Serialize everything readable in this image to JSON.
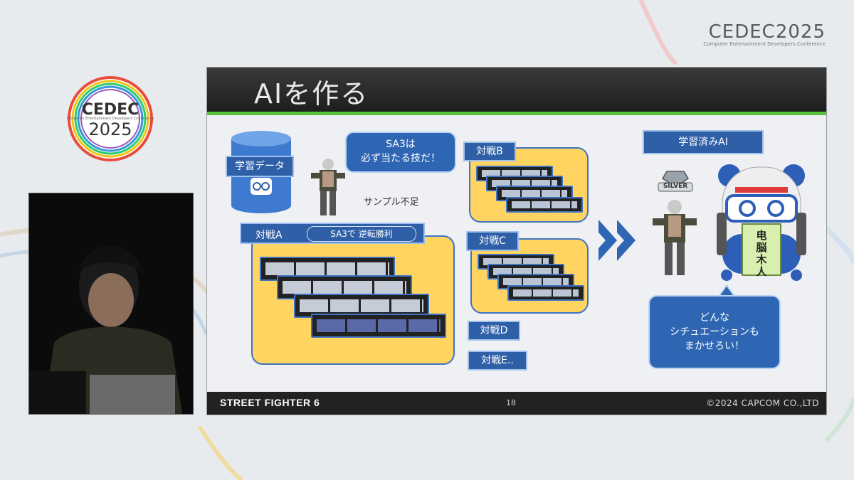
{
  "conference": {
    "corner_brand": "CEDEC2025",
    "corner_sub": "Computer Entertainment Developers Conference",
    "ring_brand": "CEDEC",
    "ring_year": "2025",
    "ring_sub": "Computer Entertainment Developers Conference"
  },
  "slide": {
    "title": "AIを作る",
    "training_data_label": "学習データ",
    "bubble_sa3_line1": "SA3は",
    "bubble_sa3_line2": "必ず当たる技だ！",
    "sample_shortage": "サンプル不足",
    "match_a_label": "対戦A",
    "match_a_result": "SA3で 逆転勝利",
    "match_b_label": "対戦B",
    "match_c_label": "対戦C",
    "match_d_label": "対戦D",
    "match_e_label": "対戦E..",
    "trained_ai_label": "学習済みAI",
    "rank_badge": "SILVER",
    "robot_sign": "电脳木人",
    "bubble_ai_line1": "どんな",
    "bubble_ai_line2": "シチュエーションも",
    "bubble_ai_line3": "まかせろい！",
    "footer_game": "STREET FIGHTER 6",
    "page_number": "18",
    "copyright": "©2024 CAPCOM CO.,LTD"
  },
  "colors": {
    "accent_blue": "#2f5fa7",
    "panel_yellow": "#ffd460",
    "header_green": "#5bc23b"
  }
}
